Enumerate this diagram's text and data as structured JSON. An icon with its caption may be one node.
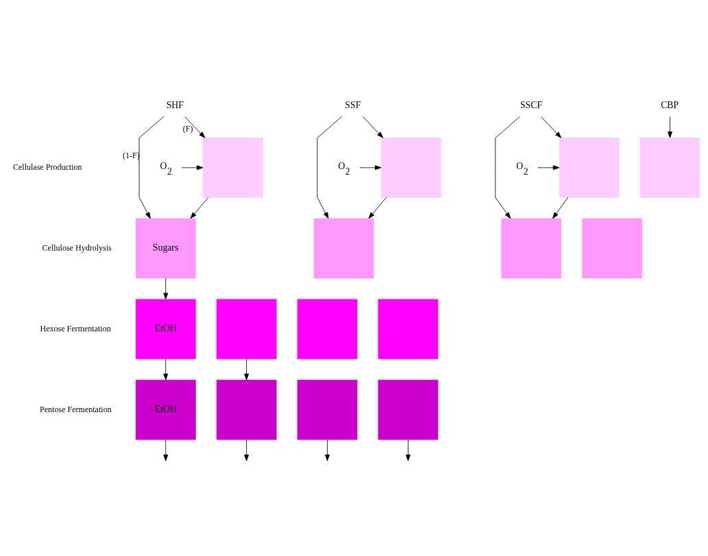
{
  "diagram": {
    "nodes": [
      {
        "text": [
          "SHF"
        ]
      },
      {
        "text": [
          "SSF"
        ]
      },
      {
        "text": [
          "SSCF"
        ]
      },
      {
        "text": [
          "CBP"
        ]
      },
      {
        "text": [
          "O$_{2}$"
        ]
      },
      {
        "text": [],
        "shape": "box"
      },
      {
        "text": [
          "Sugars"
        ]
      },
      {
        "text": [
          "EtOH"
        ]
      },
      {
        "text": [
          "EtOH"
        ]
      },
      {
        "text": [
          "O$_{2}$"
        ]
      },
      {
        "text": [],
        "shape": "box"
      },
      {
        "text": [],
        "shape": "box"
      },
      {
        "text": [],
        "shape": "box"
      },
      {
        "text": [],
        "shape": "box"
      },
      {
        "text": [
          "O$_{2}$"
        ]
      },
      {
        "text": [],
        "shape": "box"
      },
      {
        "text": [],
        "shape": "box"
      },
      {
        "text": [],
        "shape": "box"
      },
      {
        "text": [],
        "shape": "box"
      },
      {
        "text": [],
        "shape": "box"
      },
      {
        "text": [],
        "shape": "box"
      },
      {
        "text": [],
        "shape": "box"
      },
      {
        "text": [],
        "shape": "box"
      }
    ],
    "edges": [
      {
        "from": 0,
        "to": 5,
        "arrow": "to",
        "label": "(F)"
      },
      {
        "from": 0,
        "to": 6,
        "arrow": "to",
        "label": "(1-F)"
      },
      {
        "from": 4,
        "to": 5,
        "arrow": "to"
      },
      {
        "from": 5,
        "to": 6,
        "arrow": "to"
      },
      {
        "from": 6,
        "to": 7,
        "arrow": "to"
      },
      {
        "from": 7,
        "to": 8,
        "arrow": "to"
      },
      {
        "from": 8,
        "to": null,
        "arrow": "to"
      },
      {
        "from": 1,
        "to": 10,
        "arrow": "to"
      },
      {
        "from": 1,
        "to": 11,
        "arrow": "to"
      },
      {
        "from": 9,
        "to": 10,
        "arrow": "to"
      },
      {
        "from": 10,
        "to": 11,
        "arrow": "to"
      },
      {
        "from": 12,
        "to": 13,
        "arrow": "to"
      },
      {
        "from": 13,
        "to": null,
        "arrow": "to"
      },
      {
        "from": 2,
        "to": 15,
        "arrow": "to"
      },
      {
        "from": 2,
        "to": 16,
        "arrow": "to"
      },
      {
        "from": 14,
        "to": 15,
        "arrow": "to"
      },
      {
        "from": 15,
        "to": 16,
        "arrow": "to"
      },
      {
        "from": 18,
        "to": null,
        "arrow": "to"
      },
      {
        "from": 3,
        "to": 19,
        "arrow": "to"
      },
      {
        "from": 22,
        "to": null,
        "arrow": "to"
      }
    ],
    "labels": [
      "Cellulase Production",
      "Cellulose Hydrolysis",
      "Hexose Fermentation",
      "Pentose Fermentation"
    ]
  }
}
